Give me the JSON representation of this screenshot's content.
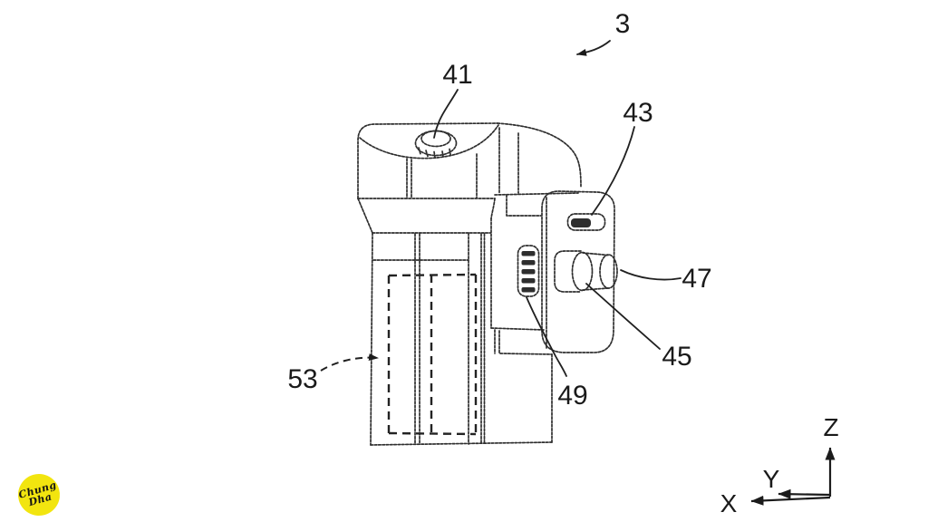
{
  "figure": {
    "labels": {
      "device": "3",
      "top_button": "41",
      "slot": "43",
      "knob_inner": "45",
      "knob_outer": "47",
      "thumbwheel": "49",
      "battery_compartment": "53"
    },
    "axes": {
      "x": "X",
      "y": "Y",
      "z": "Z"
    }
  },
  "watermark": {
    "line1": "Chung",
    "line2": "Dha",
    "background_color": "#F2E50F",
    "text_color": "#141414"
  },
  "colors": {
    "background": "#FFFFFF",
    "line": "#2E2E2E",
    "label_text": "#1A1A1A"
  }
}
